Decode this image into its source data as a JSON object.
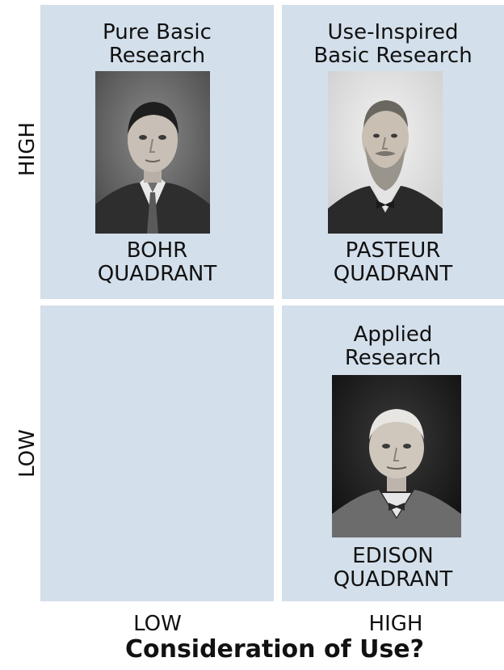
{
  "y_axis": {
    "high_label": "HIGH",
    "low_label": "LOW"
  },
  "x_axis": {
    "low_label": "LOW",
    "high_label": "HIGH",
    "title": "Consideration of Use?"
  },
  "quadrants": {
    "top_left": {
      "title": "Pure Basic\nResearch",
      "label": "BOHR\nQUADRANT",
      "photo_icon": "portrait-photo-bohr"
    },
    "top_right": {
      "title": "Use-Inspired\nBasic Research",
      "label": "PASTEUR\nQUADRANT",
      "photo_icon": "portrait-photo-pasteur"
    },
    "bottom_left": {
      "title": "",
      "label": ""
    },
    "bottom_right": {
      "title": "Applied\nResearch",
      "label": "EDISON\nQUADRANT",
      "photo_icon": "portrait-photo-edison"
    }
  },
  "colors": {
    "quadrant_fill": "#d3dfea",
    "text": "#111111"
  }
}
